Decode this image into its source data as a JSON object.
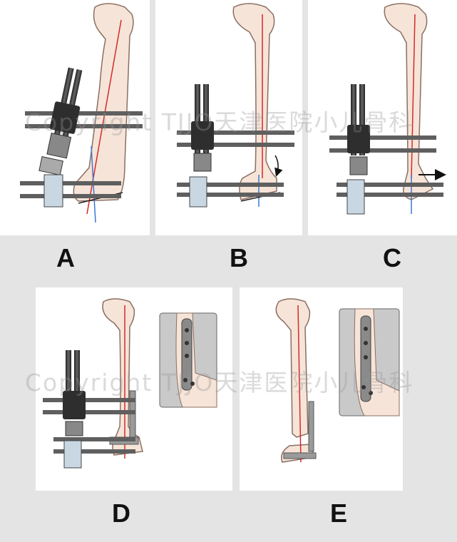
{
  "panels": [
    {
      "id": "A",
      "label": "A"
    },
    {
      "id": "B",
      "label": "B"
    },
    {
      "id": "C",
      "label": "C"
    },
    {
      "id": "D",
      "label": "D"
    },
    {
      "id": "E",
      "label": "E"
    }
  ],
  "watermark": "Copyright TJJO天津医院小儿骨科",
  "colors": {
    "background": "#e4e4e4",
    "panel": "#ffffff",
    "bone_fill": "#f6e4d8",
    "bone_outline": "#8a6f62",
    "mechanical_axis": "#d42a2a",
    "joint_axis": "#3a78d6",
    "fixator_metal": "#3b3b3b",
    "pin": "#5f5f5f",
    "clamp_block": "#c9d7e3"
  },
  "icons": [
    "right-arrow-icon",
    "down-curved-arrow-icon"
  ]
}
